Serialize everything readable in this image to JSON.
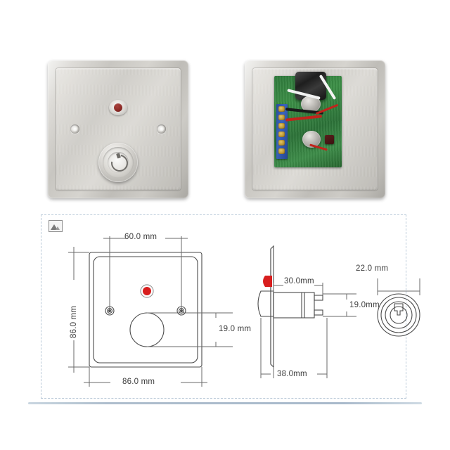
{
  "page": {
    "background_color": "#ffffff",
    "divider_color": "#aebecd"
  },
  "photos": [
    {
      "name": "front-view-photo",
      "description": "Stainless steel square exit button plate, front face",
      "features": [
        "led-indicator",
        "screw-hole-left",
        "screw-hole-right",
        "key-button"
      ]
    },
    {
      "name": "back-view-photo",
      "description": "Rear of plate showing green PCB, blue terminal block and wiring",
      "features": [
        "pcb",
        "terminal-block",
        "relay",
        "button-barrel",
        "wires"
      ]
    }
  ],
  "drawing_panel": {
    "placeholder_icon": "broken-image-icon",
    "front_view": {
      "title": "front-elevation",
      "width_label": "86.0 mm",
      "height_label": "86.0 mm",
      "screw_spacing_label": "60.0 mm",
      "hole_diameter_label": "19.0 mm"
    },
    "side_view": {
      "title": "side-elevation",
      "depth_label": "38.0mm",
      "body_length_label": "30.0mm",
      "barrel_diameter_label": "19.0mm"
    },
    "detail_view": {
      "title": "button-face-detail",
      "diameter_label": "22.0 mm"
    }
  },
  "colors": {
    "led_red": "#d81e1e",
    "metal_light": "#e9e7e3",
    "metal_dark": "#a9a7a2",
    "pcb_green": "#2f7a3c",
    "terminal_blue": "#2a4d9e",
    "line_gray": "#4a4a4a"
  }
}
